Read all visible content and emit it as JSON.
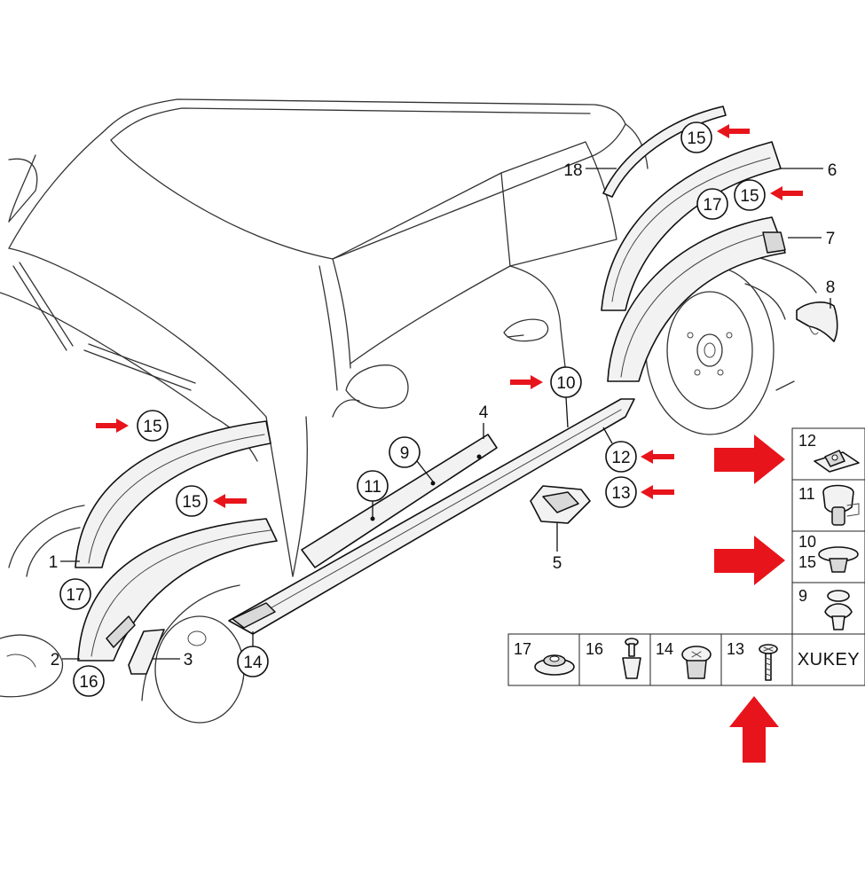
{
  "diagram": {
    "brand_label": "XUKEY",
    "accent_color": "#e8141b",
    "callouts": [
      {
        "id": "c15a",
        "label": "15"
      },
      {
        "id": "c18",
        "label": "18"
      },
      {
        "id": "c6",
        "label": "6"
      },
      {
        "id": "c17a",
        "label": "17"
      },
      {
        "id": "c15b",
        "label": "15"
      },
      {
        "id": "c7",
        "label": "7"
      },
      {
        "id": "c8",
        "label": "8"
      },
      {
        "id": "c10",
        "label": "10"
      },
      {
        "id": "c4",
        "label": "4"
      },
      {
        "id": "c15c",
        "label": "15"
      },
      {
        "id": "c9",
        "label": "9"
      },
      {
        "id": "c11",
        "label": "11"
      },
      {
        "id": "c12",
        "label": "12"
      },
      {
        "id": "c13",
        "label": "13"
      },
      {
        "id": "c15d",
        "label": "15"
      },
      {
        "id": "c5",
        "label": "5"
      },
      {
        "id": "c1",
        "label": "1"
      },
      {
        "id": "c17b",
        "label": "17"
      },
      {
        "id": "c2",
        "label": "2"
      },
      {
        "id": "c3",
        "label": "3"
      },
      {
        "id": "c16",
        "label": "16"
      },
      {
        "id": "c14",
        "label": "14"
      }
    ],
    "legend_column": [
      {
        "labels": [
          "12"
        ]
      },
      {
        "labels": [
          "11"
        ]
      },
      {
        "labels": [
          "10",
          "15"
        ]
      },
      {
        "labels": [
          "9"
        ]
      }
    ],
    "legend_row": [
      {
        "label": "17"
      },
      {
        "label": "16"
      },
      {
        "label": "14"
      },
      {
        "label": "13"
      }
    ]
  }
}
